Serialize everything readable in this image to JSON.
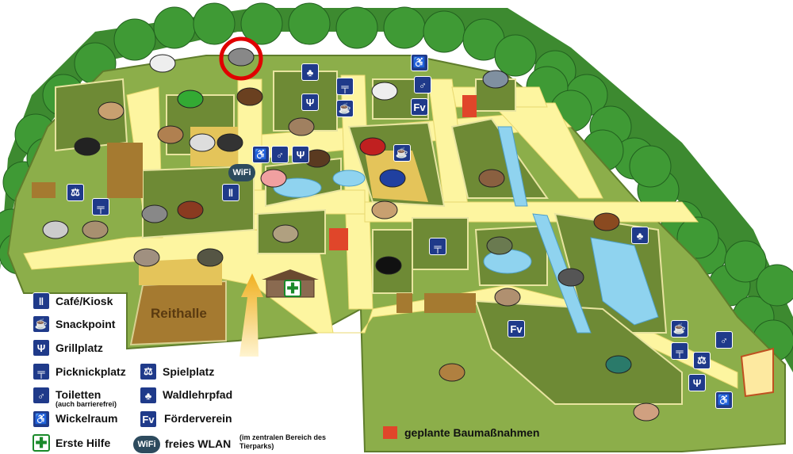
{
  "map": {
    "building_label": "Reithalle",
    "wifi_badge": "WiFi",
    "fv_badge": "Fv"
  },
  "legend": [
    {
      "icon": "cafe-icon",
      "label": "Café/Kiosk"
    },
    {
      "icon": "snack-icon",
      "label": "Snackpoint"
    },
    {
      "icon": "grill-icon",
      "label": "Grillplatz"
    },
    {
      "icon": "picnic-icon",
      "label": "Picknickplatz"
    },
    {
      "icon": "toilet-icon",
      "label": "Toiletten",
      "note": "(auch barrierefrei)"
    },
    {
      "icon": "baby-change-icon",
      "label": "Wickelraum"
    },
    {
      "icon": "first-aid-icon",
      "label": "Erste Hilfe"
    },
    {
      "icon": "playground-icon",
      "label": "Spielplatz"
    },
    {
      "icon": "forest-trail-icon",
      "label": "Waldlehrpfad"
    },
    {
      "icon": "foerderverein-icon",
      "label": "Förderverein"
    },
    {
      "icon": "wifi-icon",
      "label": "freies WLAN",
      "note": "(im zentralen Bereich des Tierparks)"
    }
  ],
  "construction_legend": "geplante Baumaßnahmen",
  "colors": {
    "path": "#fdf5a0",
    "grass": "#8cae4a",
    "enclosure": "#6e8a35",
    "water": "#8fd3ef",
    "icon": "#1f3a8a",
    "highlight": "#e00000",
    "construction": "#e0462a"
  }
}
